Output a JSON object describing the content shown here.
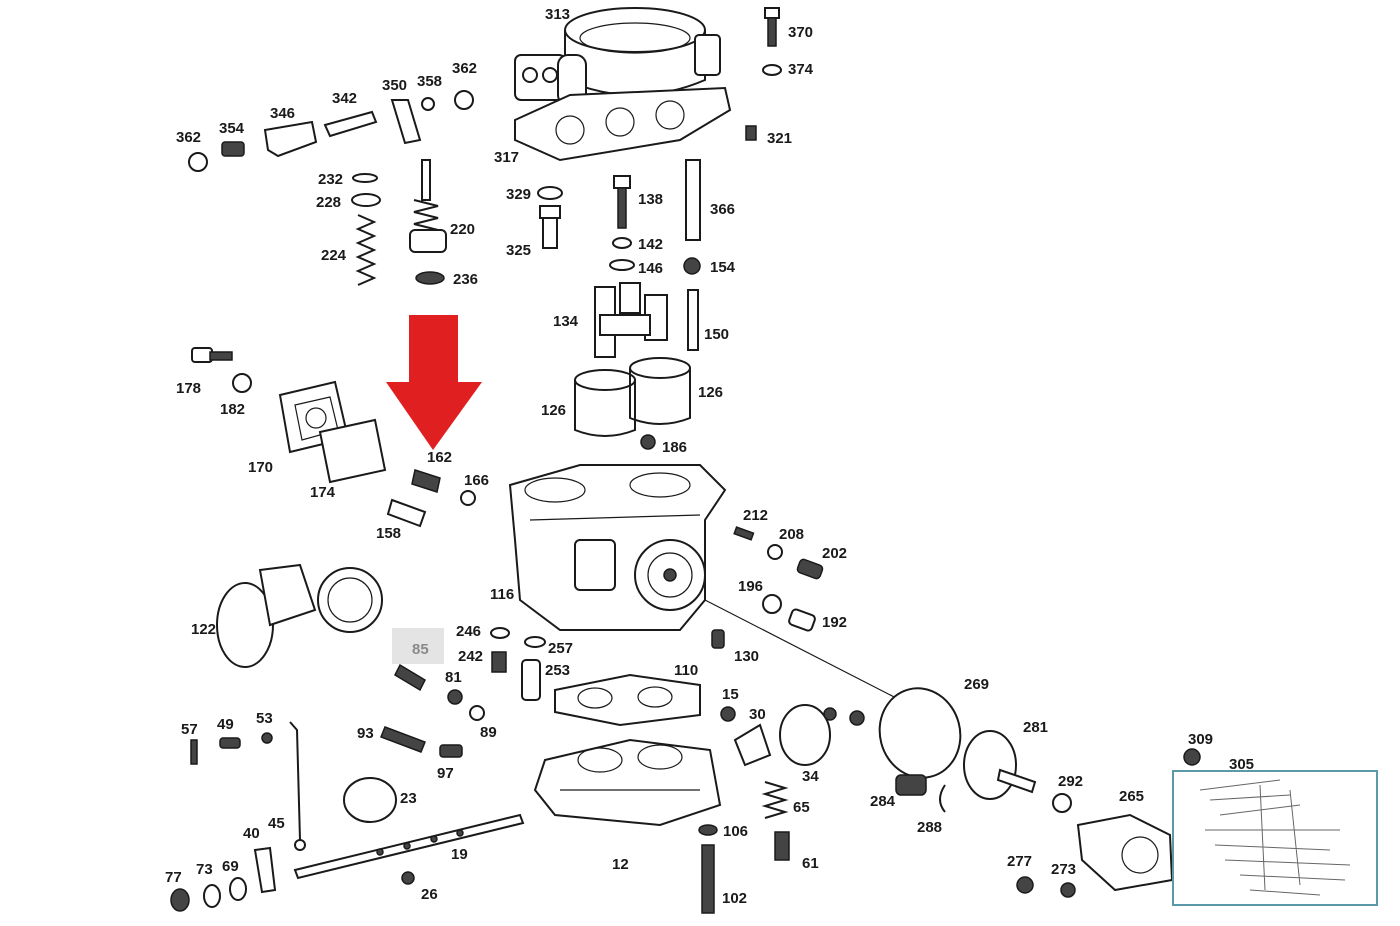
{
  "highlight_arrow": {
    "color": "#e02020",
    "points_to": "162"
  },
  "highlighted_label_color": "#8a8a8a",
  "inset_border_color": "#5a9aa8",
  "part_labels": {
    "p313": "313",
    "p370": "370",
    "p374": "374",
    "p321": "321",
    "p317": "317",
    "p350": "350",
    "p358": "358",
    "p362a": "362",
    "p342": "342",
    "p346": "346",
    "p354": "354",
    "p362b": "362",
    "p232": "232",
    "p228": "228",
    "p224": "224",
    "p220": "220",
    "p236": "236",
    "p329": "329",
    "p325": "325",
    "p138": "138",
    "p142": "142",
    "p146": "146",
    "p366": "366",
    "p154": "154",
    "p134": "134",
    "p150": "150",
    "p126a": "126",
    "p126b": "126",
    "p186": "186",
    "p178": "178",
    "p182": "182",
    "p170": "170",
    "p174": "174",
    "p162": "162",
    "p166": "166",
    "p158": "158",
    "p212": "212",
    "p208": "208",
    "p202": "202",
    "p196": "196",
    "p192": "192",
    "p116": "116",
    "p122": "122",
    "p246": "246",
    "p257": "257",
    "p85": "85",
    "p242": "242",
    "p253": "253",
    "p130": "130",
    "p110": "110",
    "p269": "269",
    "p81": "81",
    "p15": "15",
    "p30": "30",
    "p89": "89",
    "p57": "57",
    "p49": "49",
    "p53": "53",
    "p93": "93",
    "p97": "97",
    "p34": "34",
    "p281": "281",
    "p309": "309",
    "p305": "305",
    "p23": "23",
    "p65": "65",
    "p284": "284",
    "p292": "292",
    "p265": "265",
    "p288": "288",
    "p45": "45",
    "p40": "40",
    "p19": "19",
    "p106": "106",
    "p12": "12",
    "p61": "61",
    "p277": "277",
    "p273": "273",
    "p77": "77",
    "p73": "73",
    "p69": "69",
    "p26": "26",
    "p102": "102"
  }
}
